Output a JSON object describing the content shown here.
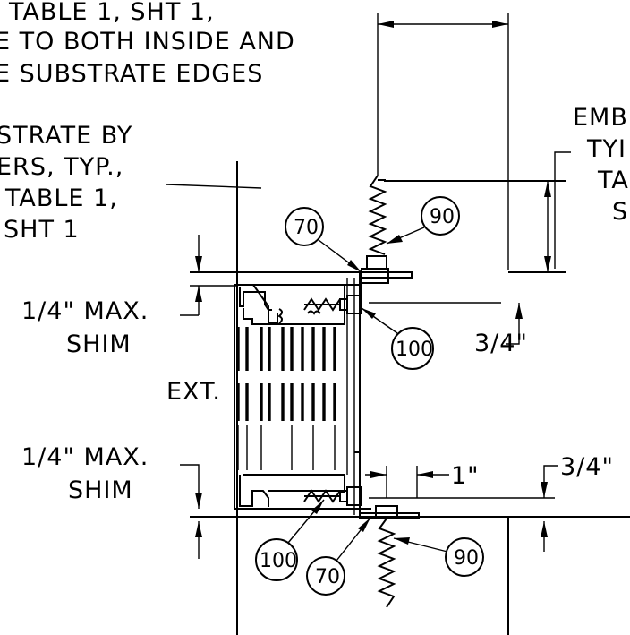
{
  "notes": {
    "top_note": [
      "TABLE 1, SHT 1,",
      "E TO BOTH INSIDE AND",
      "E SUBSTRATE EDGES"
    ],
    "substrate_note": [
      "STRATE BY",
      "ERS, TYP.,",
      "TABLE 1,",
      "SHT 1"
    ],
    "embed_note": [
      "EMB",
      "TYI",
      "TA",
      "S"
    ],
    "shim_top": [
      "1/4\" MAX.",
      "SHIM"
    ],
    "shim_bottom": [
      "1/4\" MAX.",
      "SHIM"
    ],
    "ext_label": "EXT.",
    "dim_3_4_upper": "3/4\"",
    "dim_1": "1\"",
    "dim_3_4_lower": "3/4\""
  },
  "callouts": {
    "bubble_70_top": "70",
    "bubble_90_top": "90",
    "bubble_100_top": "100",
    "bubble_100_bottom": "100",
    "bubble_70_bottom": "70",
    "bubble_90_bottom": "90"
  }
}
